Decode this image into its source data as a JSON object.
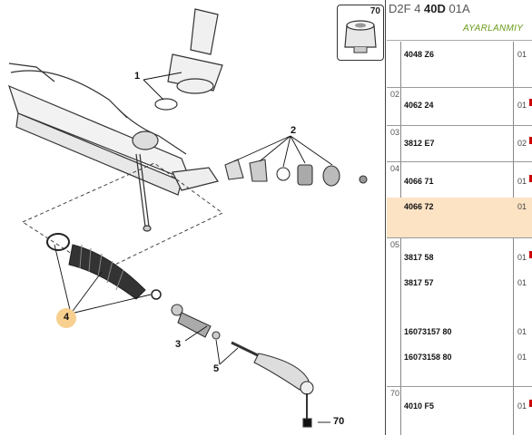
{
  "diagram": {
    "thumb_label": "70",
    "callouts": {
      "c1": "1",
      "c2": "2",
      "c3": "3",
      "c4": "4",
      "c5": "5",
      "c70": "70"
    }
  },
  "header": {
    "code_a": "D2F",
    "code_b": "4",
    "code_c": "40D",
    "code_d": "01A",
    "subtitle": "AYARLANMIY"
  },
  "groups": [
    {
      "num": "",
      "rows": [
        {
          "ref": "4048 Z6",
          "qty": "01"
        }
      ]
    },
    {
      "num": "02",
      "rows": [
        {
          "ref": "4062 24",
          "qty": "01"
        }
      ]
    },
    {
      "num": "03",
      "rows": [
        {
          "ref": "3812 E7",
          "qty": "02"
        }
      ]
    },
    {
      "num": "04",
      "rows": [
        {
          "ref": "4066 71",
          "qty": "01"
        },
        {
          "ref": "4066 72",
          "qty": "01"
        }
      ]
    },
    {
      "num": "05",
      "rows": [
        {
          "ref": "3817 58",
          "qty": "01"
        },
        {
          "ref": "3817 57",
          "qty": "01"
        },
        {
          "ref": "16073157 80",
          "qty": "01"
        },
        {
          "ref": "16073158 80",
          "qty": "01"
        }
      ]
    },
    {
      "num": "70",
      "rows": [
        {
          "ref": "4010 F5",
          "qty": "01"
        }
      ]
    }
  ]
}
